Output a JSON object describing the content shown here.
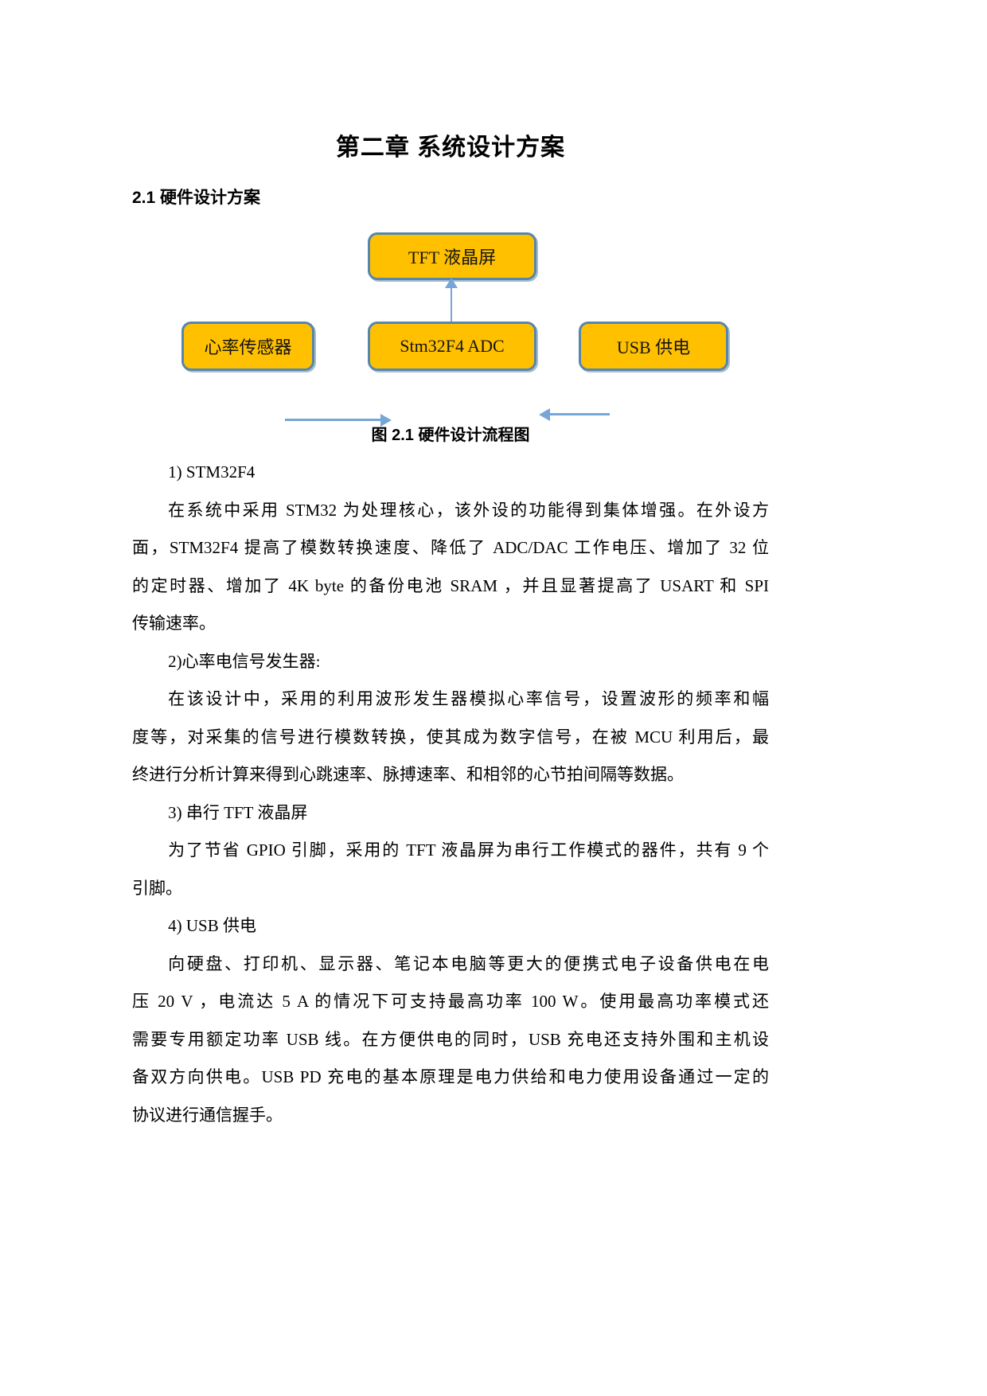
{
  "page": {
    "title": "第二章 系统设计方案",
    "section_heading": "2.1 硬件设计方案"
  },
  "diagram": {
    "caption": "图 2.1 硬件设计流程图",
    "boxes": {
      "tft": "TFT 液晶屏",
      "heart": "心率传感器",
      "stm": "Stm32F4 ADC",
      "usb": "USB 供电"
    },
    "colors": {
      "box_fill": "#FFC000",
      "box_border": "#5586AD",
      "arrow": "#76A5D7"
    }
  },
  "content": {
    "blocks": [
      {
        "type": "item",
        "text": "1) STM32F4"
      },
      {
        "type": "first",
        "text": "在系统中采用 STM32 为处理核心，该外设的功能得到集体增强。在外设方"
      },
      {
        "type": "mid",
        "text": "面，STM32F4 提高了模数转换速度、降低了 ADC/DAC 工作电压、增加了 32 位"
      },
      {
        "type": "mid",
        "text": "的定时器、增加了 4K byte 的备份电池 SRAM ，并且显著提高了 USART 和 SPI"
      },
      {
        "type": "last",
        "text": "传输速率。"
      },
      {
        "type": "item",
        "text": "2)心率电信号发生器:"
      },
      {
        "type": "first",
        "text": "在该设计中，采用的利用波形发生器模拟心率信号，设置波形的频率和幅"
      },
      {
        "type": "mid",
        "text": "度等，对采集的信号进行模数转换，使其成为数字信号，在被 MCU 利用后，最"
      },
      {
        "type": "last",
        "text": "终进行分析计算来得到心跳速率、脉搏速率、和相邻的心节拍间隔等数据。"
      },
      {
        "type": "item",
        "text": "3) 串行 TFT 液晶屏"
      },
      {
        "type": "first",
        "text": "为了节省 GPIO 引脚，采用的 TFT 液晶屏为串行工作模式的器件，共有 9 个"
      },
      {
        "type": "last",
        "text": "引脚。"
      },
      {
        "type": "item",
        "text": "4) USB 供电"
      },
      {
        "type": "first",
        "text": "向硬盘、打印机、显示器、笔记本电脑等更大的便携式电子设备供电在电"
      },
      {
        "type": "mid",
        "text": "压 20 V ，电流达 5 A 的情况下可支持最高功率 100 W。使用最高功率模式还"
      },
      {
        "type": "mid",
        "text": "需要专用额定功率 USB 线。在方便供电的同时，USB 充电还支持外围和主机设"
      },
      {
        "type": "mid",
        "text": "备双方向供电。USB PD 充电的基本原理是电力供给和电力使用设备通过一定的"
      },
      {
        "type": "last",
        "text": "协议进行通信握手。"
      }
    ]
  }
}
